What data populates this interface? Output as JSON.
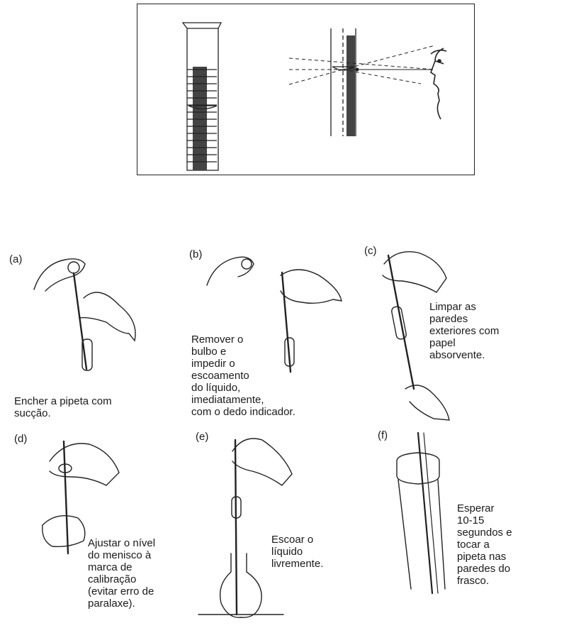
{
  "panels": [
    {
      "letter": "(a)",
      "caption": "Encher a pipeta com\nsucção."
    },
    {
      "letter": "(b)",
      "caption": "Remover o\nbulbo e\nimpedir o\nescoamento\ndo líquido,\nimediatamente,\ncom o dedo indicador."
    },
    {
      "letter": "(c)",
      "caption": "Limpar as\nparedes\nexteriores com\npapel\nabsorvente."
    },
    {
      "letter": "(d)",
      "caption": "Ajustar o nível\ndo menisco à\nmarca de\ncalibração\n(evitar erro de\nparalaxe)."
    },
    {
      "letter": "(e)",
      "caption": "Escoar o\nlíquido\nlivremente."
    },
    {
      "letter": "(f)",
      "caption": "Esperar\n10-15\nsegundos e\ntocar a\npipeta nas\nparedes do\nfrasco."
    }
  ]
}
